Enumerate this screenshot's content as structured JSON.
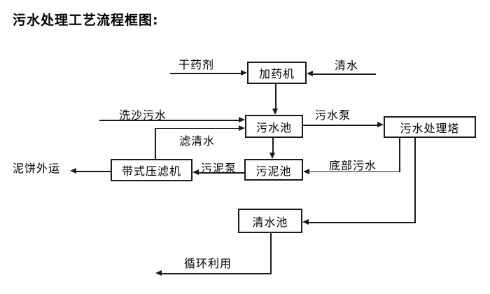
{
  "title": "污水处理工艺流程框图:",
  "nodes": {
    "dosing_machine": "加药机",
    "sewage_pool": "污水池",
    "treatment_tower": "污水处理塔",
    "belt_filter_press": "带式压滤机",
    "sludge_pool": "污泥池",
    "clean_water_pool": "清水池"
  },
  "labels": {
    "dry_chemical": "干药剂",
    "clean_water": "清水",
    "sand_washing_sewage": "洗沙污水",
    "sewage_pump": "污水泵",
    "filtered_water": "滤清水",
    "bottom_sewage": "底部污水",
    "sludge_pump": "污泥泵",
    "mud_cake_out": "泥饼外运",
    "recycled_use": "循环利用"
  },
  "colors": {
    "line": "#1a1a1a",
    "text": "#000000",
    "background": "#ffffff"
  }
}
